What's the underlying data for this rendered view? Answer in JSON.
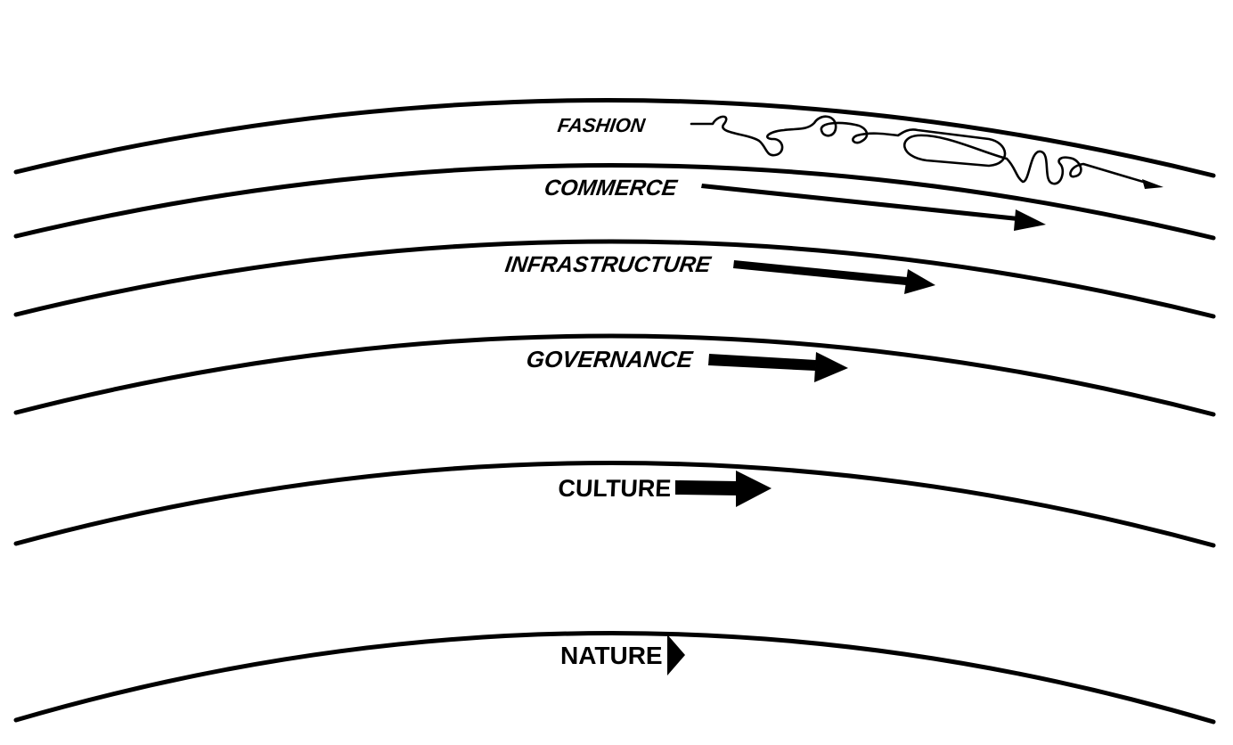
{
  "diagram": {
    "layers": [
      {
        "label": "FASHION"
      },
      {
        "label": "COMMERCE"
      },
      {
        "label": "INFRASTRUCTURE"
      },
      {
        "label": "GOVERNANCE"
      },
      {
        "label": "CULTURE"
      },
      {
        "label": "NATURE"
      }
    ],
    "colors": {
      "line": "#000000",
      "background": "#ffffff"
    }
  }
}
